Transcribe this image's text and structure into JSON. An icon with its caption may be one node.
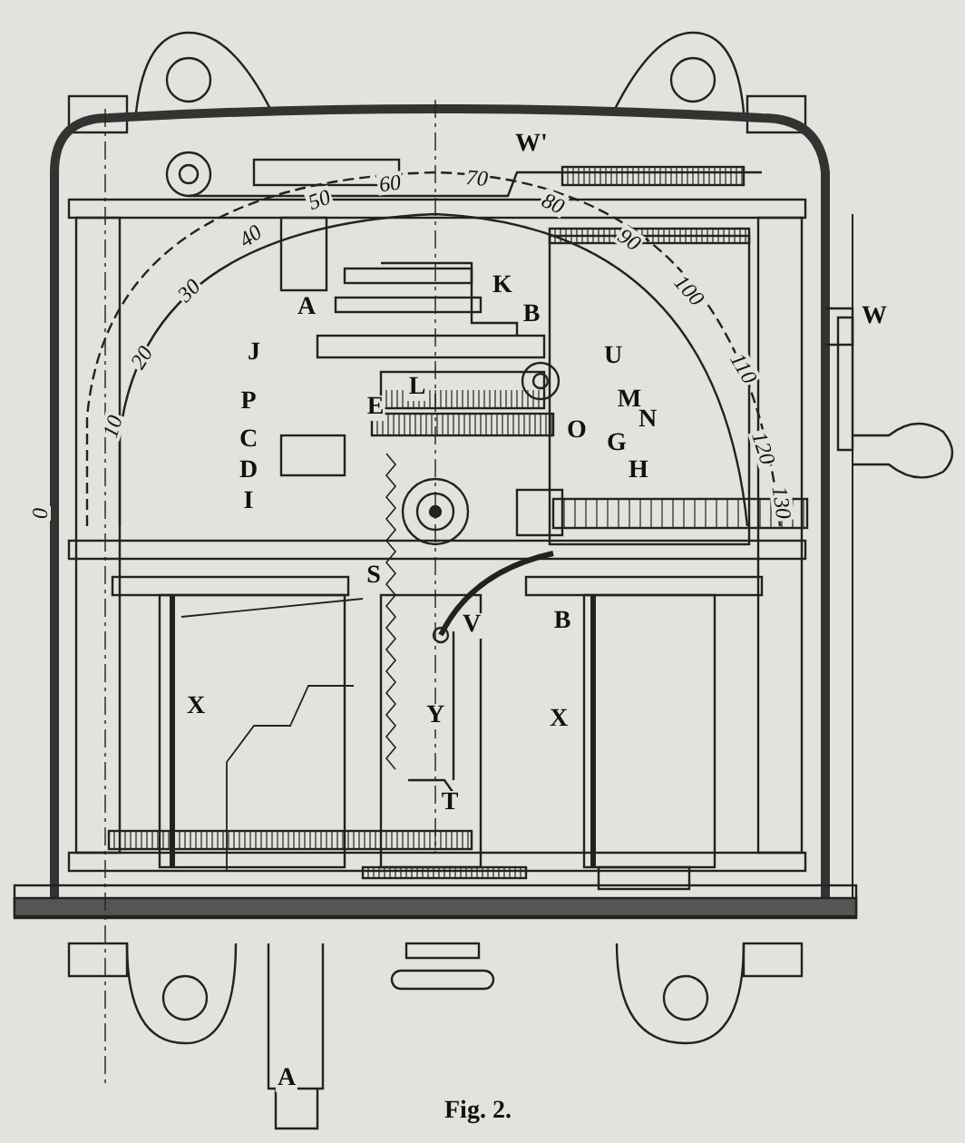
{
  "diagram": {
    "caption": "Fig. 2.",
    "labels": [
      "0",
      "10",
      "20",
      "30",
      "40",
      "50",
      "60",
      "70",
      "80",
      "90",
      "100",
      "110",
      "120",
      "130",
      "W'",
      "K",
      "A",
      "B",
      "W",
      "J",
      "U",
      "L",
      "P",
      "E",
      "M",
      "O",
      "N",
      "C",
      "G",
      "D",
      "H",
      "I",
      "S",
      "V",
      "B",
      "X",
      "Y",
      "X",
      "T",
      "A"
    ]
  }
}
